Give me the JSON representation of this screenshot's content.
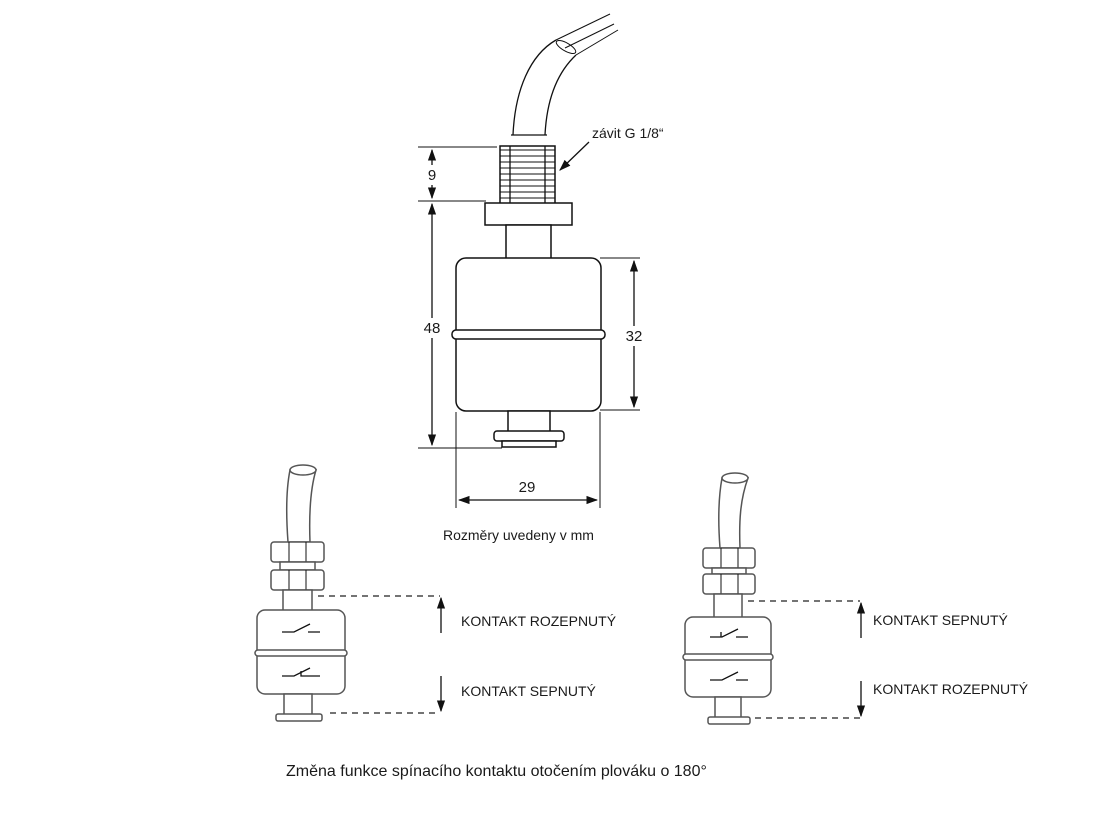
{
  "dimensions": {
    "d9": "9",
    "d48": "48",
    "d32": "32",
    "d29": "29"
  },
  "thread_label": "závit G 1/8“",
  "units_note": "Rozměry uvedeny  v mm",
  "left_view": {
    "upper_label": "KONTAKT ROZEPNUTÝ",
    "lower_label": "KONTAKT SEPNUTÝ"
  },
  "right_view": {
    "upper_label": "KONTAKT SEPNUTÝ",
    "lower_label": "KONTAKT ROZEPNUTÝ"
  },
  "caption": "Změna funkce spínacího kontaktu otočením plováku o 180°"
}
